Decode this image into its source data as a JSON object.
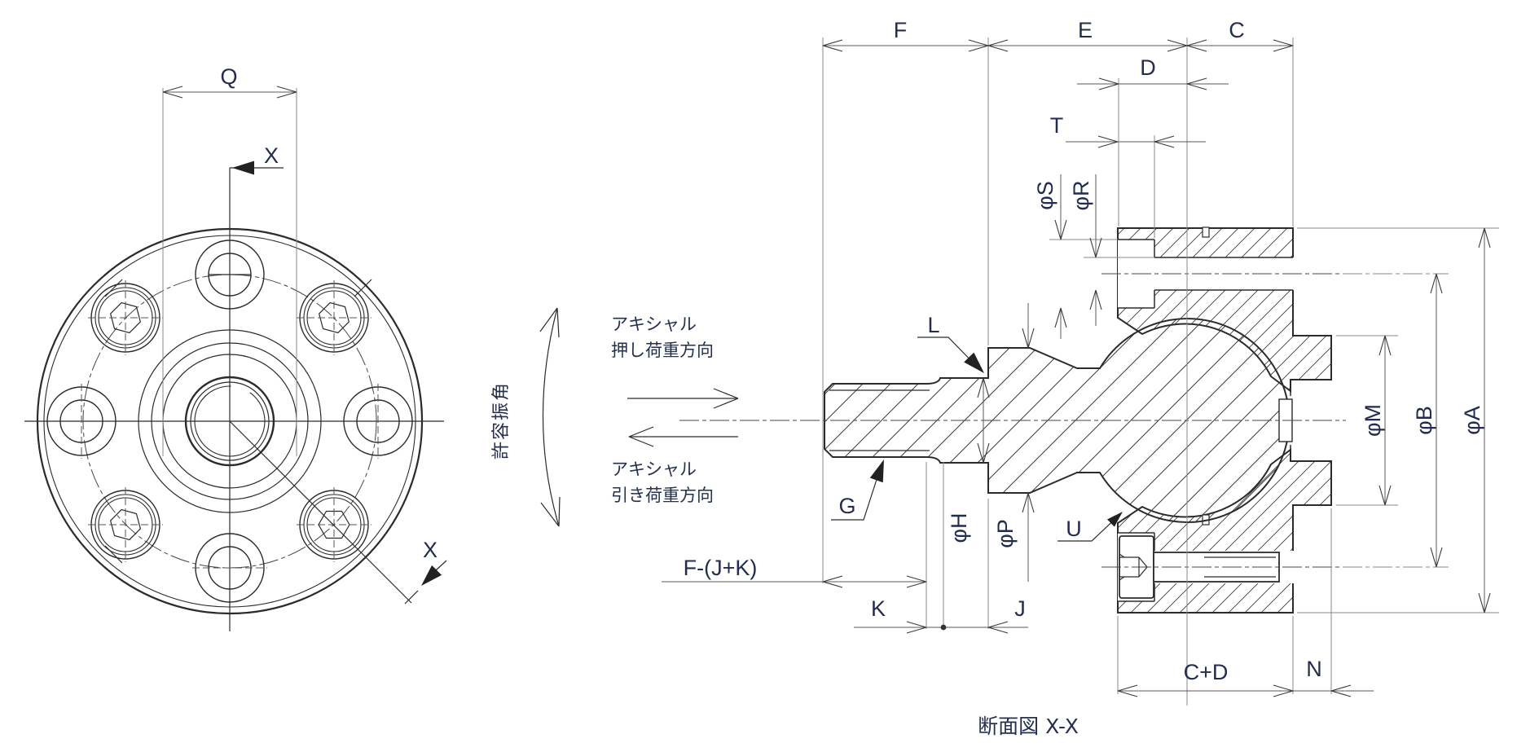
{
  "drawing": {
    "type": "technical-drawing",
    "caption": "断面図 X-X",
    "front_view": {
      "bolt_hole_count": 8,
      "dim_width": "Q",
      "section_label": "X"
    },
    "annotations": {
      "swing_angle": "許容振角",
      "axial_push": [
        "アキシャル",
        "押し荷重方向"
      ],
      "axial_pull": [
        "アキシャル",
        "引き荷重方向"
      ]
    },
    "dims": {
      "F": "F",
      "E": "E",
      "C": "C",
      "D": "D",
      "T": "T",
      "phi_s": "φS",
      "phi_r": "φR",
      "L": "L",
      "G": "G",
      "phi_h": "φH",
      "phi_p": "φP",
      "U": "U",
      "f_minus_jk": "F-(J+K)",
      "K": "K",
      "J": "J",
      "c_plus_d": "C+D",
      "N": "N",
      "phi_m": "φM",
      "phi_b": "φB",
      "phi_a": "φA"
    },
    "colors": {
      "background": "#ffffff",
      "outline": "#2b2b2b",
      "dim_line": "#5a5a5a",
      "extension_line": "#8a8a8a",
      "label_text": "#222c4e"
    }
  }
}
